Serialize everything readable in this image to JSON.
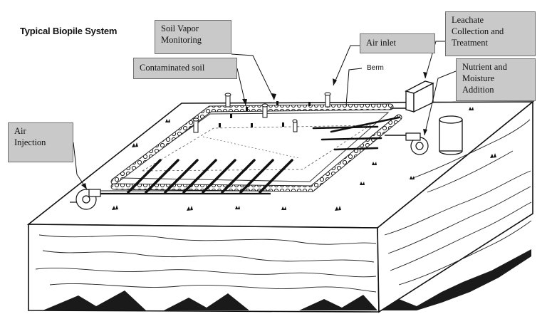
{
  "diagram": {
    "title": "Typical Biopile System",
    "labels": {
      "soil_vapor": "Soil Vapor\nMonitoring",
      "contaminated_soil": "Contaminated soil",
      "air_inlet": "Air inlet",
      "berm": "Berm",
      "leachate": "Leachate\nCollection and\nTreatment",
      "nutrient": "Nutrient and\nMoisture\nAddition",
      "air_injection": "Air\nInjection"
    }
  }
}
